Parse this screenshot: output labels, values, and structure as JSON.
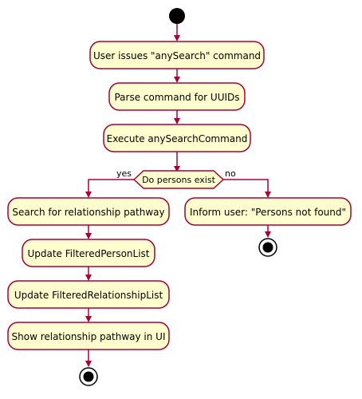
{
  "diagram": {
    "activities": {
      "user_issues": "User issues \"anySearch\" command",
      "parse": "Parse command for UUIDs",
      "execute": "Execute anySearchCommand",
      "search_pathway": "Search for relationship pathway",
      "update_person_list": "Update FilteredPersonList",
      "update_relationship_list": "Update FilteredRelationshipList",
      "show_pathway": "Show relationship pathway in UI",
      "inform_user": "Inform user: \"Persons not found\""
    },
    "decision": {
      "label": "Do persons exist",
      "yes_label": "yes",
      "no_label": "no"
    },
    "colors": {
      "activity_fill": "#FEFECE",
      "border": "#A80036",
      "node_fill": "#000000"
    }
  }
}
